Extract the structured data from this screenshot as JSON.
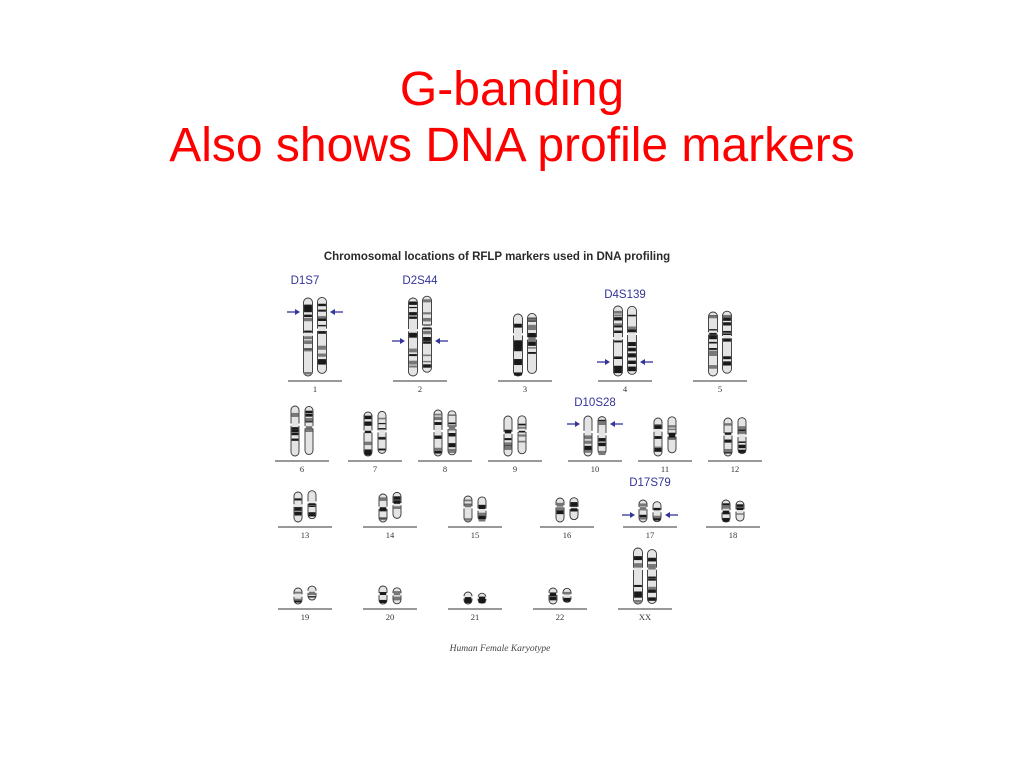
{
  "slide": {
    "title_line1": "G-banding",
    "title_line2": "Also shows DNA profile markers",
    "title_color": "#ff0000"
  },
  "figure": {
    "heading": "Chromosomal locations of RFLP markers used in DNA profiling",
    "caption": "Human Female Karyotype",
    "marker_color": "#33339a",
    "markers": [
      {
        "name": "D1S7",
        "chromosome": "1"
      },
      {
        "name": "D2S44",
        "chromosome": "2"
      },
      {
        "name": "D4S139",
        "chromosome": "4"
      },
      {
        "name": "D10S28",
        "chromosome": "10"
      },
      {
        "name": "D17S79",
        "chromosome": "17"
      }
    ],
    "chromosomes": [
      "1",
      "2",
      "3",
      "4",
      "5",
      "6",
      "7",
      "8",
      "9",
      "10",
      "11",
      "12",
      "13",
      "14",
      "15",
      "16",
      "17",
      "18",
      "19",
      "20",
      "21",
      "22",
      "XX"
    ]
  }
}
